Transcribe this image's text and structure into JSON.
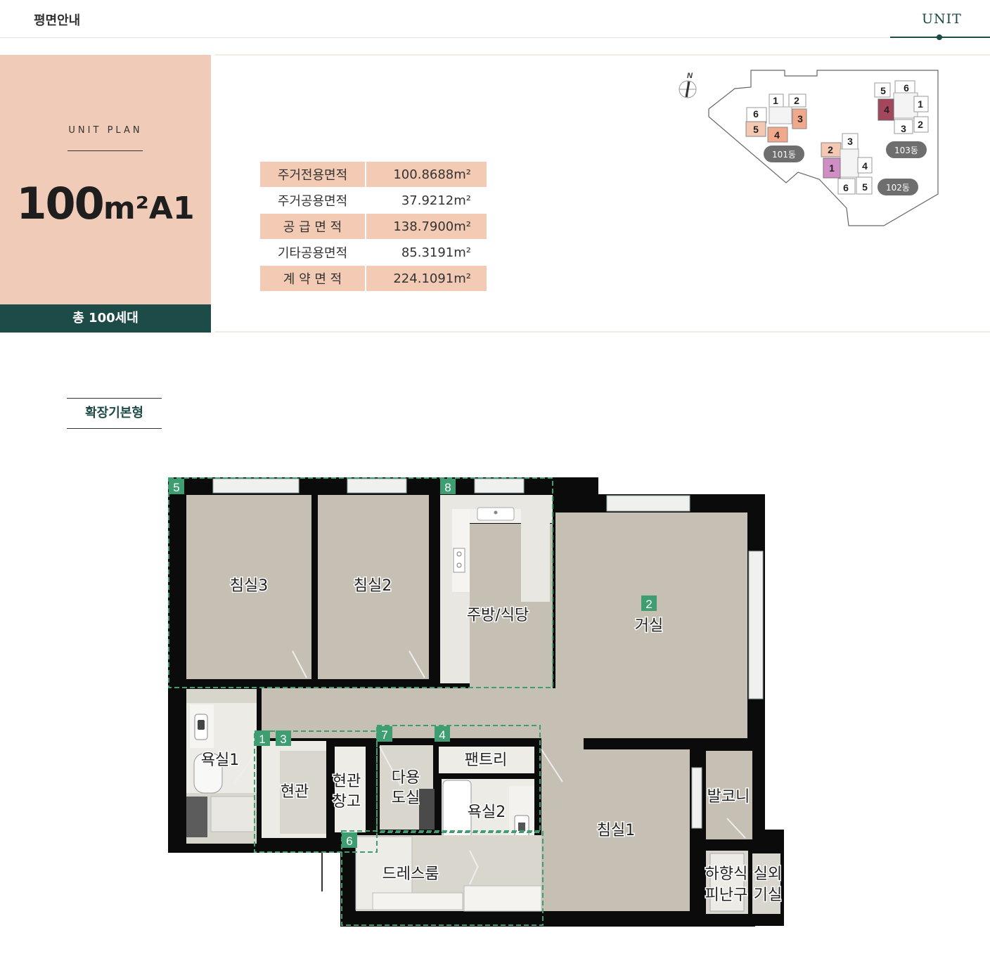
{
  "header": {
    "page_name": "평면안내",
    "unit_tab": "UNIT"
  },
  "unit_plan": {
    "label": "UNIT PLAN",
    "type_number": "100",
    "type_unit": "m²A1",
    "households": "총 100세대"
  },
  "area_table": {
    "rows": [
      {
        "label": "주거전용면적",
        "value": "100.8688m²"
      },
      {
        "label": "주거공용면적",
        "value": "37.9212m²"
      },
      {
        "label": "공 급 면 적",
        "value": "138.7900m²"
      },
      {
        "label": "기타공용면적",
        "value": "85.3191m²"
      },
      {
        "label": "계 약 면 적",
        "value": "224.1091m²"
      }
    ]
  },
  "site_map": {
    "compass": "N",
    "buildings": [
      "101동",
      "102동",
      "103동"
    ],
    "unit_numbers": [
      "1",
      "2",
      "3",
      "4",
      "5",
      "6"
    ]
  },
  "plan_tab": "확장기본형",
  "floor_plan": {
    "rooms": {
      "bed3": "침실3",
      "bed2": "침실2",
      "kitchen": "주방/식당",
      "living": "거실",
      "bath1": "욕실1",
      "entrance": "현관",
      "storage": "현관\n창고",
      "storage_l1": "현관",
      "storage_l2": "창고",
      "utility_l1": "다용",
      "utility_l2": "도실",
      "pantry": "팬트리",
      "bath2": "욕실2",
      "bed1": "침실1",
      "balcony": "발코니",
      "dress": "드레스룸",
      "evac_l1": "하향식",
      "evac_l2": "피난구",
      "outdoor_l1": "실외",
      "outdoor_l2": "기실"
    },
    "zone_numbers": [
      "1",
      "2",
      "3",
      "4",
      "5",
      "6",
      "7",
      "8"
    ]
  },
  "colors": {
    "accent": "#1d4b47",
    "panel": "#f0cbb8",
    "table_highlight": "#f3cab4",
    "floor": "#c5c0b3",
    "wall": "#0b0b0b",
    "zone": "#3e9e72"
  }
}
